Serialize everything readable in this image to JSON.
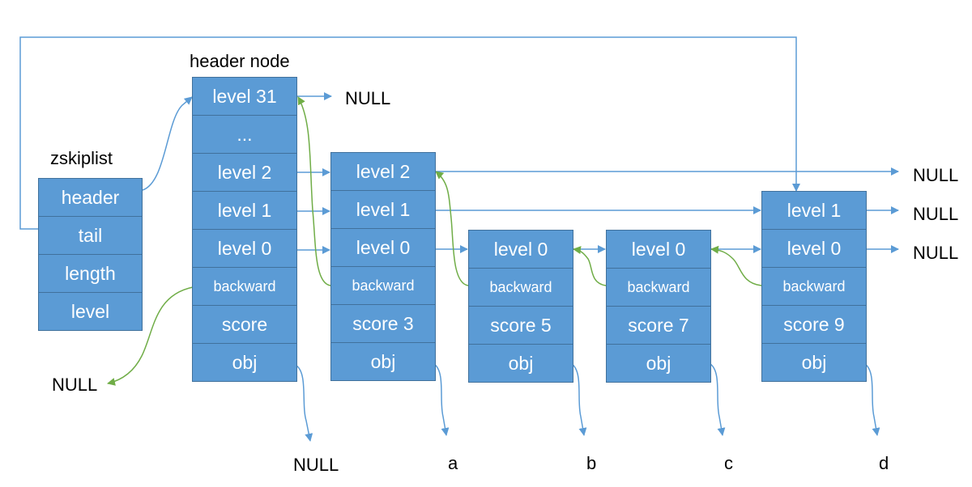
{
  "zskiplist": {
    "title": "zskiplist",
    "fields": [
      "header",
      "tail",
      "length",
      "level"
    ]
  },
  "header_node": {
    "title": "header node",
    "cells": [
      "level 31",
      "...",
      "level 2",
      "level 1",
      "level 0",
      "backward",
      "score",
      "obj"
    ]
  },
  "nodes": [
    {
      "cells": [
        "level 2",
        "level 1",
        "level 0",
        "backward",
        "score 3",
        "obj"
      ],
      "obj_target": "a"
    },
    {
      "cells": [
        "level 0",
        "backward",
        "score 5",
        "obj"
      ],
      "obj_target": "b"
    },
    {
      "cells": [
        "level 0",
        "backward",
        "score 7",
        "obj"
      ],
      "obj_target": "c"
    },
    {
      "cells": [
        "level 1",
        "level 0",
        "backward",
        "score 9",
        "obj"
      ],
      "obj_target": "d"
    }
  ],
  "null_labels": {
    "level31": "NULL",
    "level2": "NULL",
    "level1": "NULL",
    "level0": "NULL",
    "backward": "NULL",
    "obj": "NULL"
  },
  "colors": {
    "cell_fill": "#5b9bd5",
    "cell_border": "#41719c",
    "forward_arrow": "#5b9bd5",
    "backward_arrow": "#70ad47",
    "text": "#000000"
  }
}
